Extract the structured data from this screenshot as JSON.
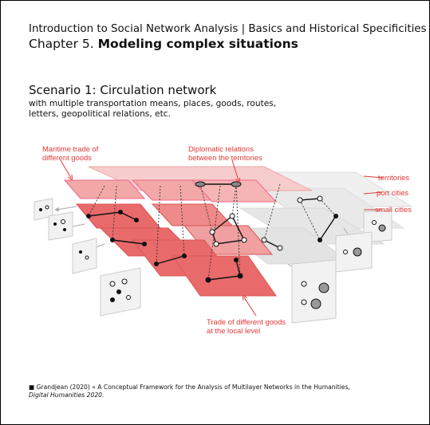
{
  "header": {
    "line1": "Introduction to Social Network Analysis | Basics and Historical Specificities",
    "chapter_prefix": "Chapter 5.",
    "chapter_title": "Modeling complex situations"
  },
  "scenario": {
    "title": "Scenario 1: Circulation network",
    "subtitle_line1": "with multiple transportation means, places, goods, routes,",
    "subtitle_line2": "letters, geopolitical relations, etc."
  },
  "annotations": {
    "maritime_line1": "Maritime trade of",
    "maritime_line2": "different goods",
    "diplomatic_line1": "Diplomatic relations",
    "diplomatic_line2": "between the territories",
    "local_line1": "Trade of different goods",
    "local_line2": "at the local level",
    "layer_territories": "territories",
    "layer_port_cities": "port cities",
    "layer_small_cities": "small cities"
  },
  "colors": {
    "accent_red": "#e03a3a",
    "layer_dark": "#e86a6a",
    "layer_light": "#f7cccc",
    "layer_grey": "#e6e6e6"
  },
  "reference": {
    "bullet": "■",
    "text_before": "Grandjean (2020) « A Conceptual Framework for the Analysis of Multilayer Networks in the Humanities, ",
    "italic": "Digital Humanities 2020."
  }
}
